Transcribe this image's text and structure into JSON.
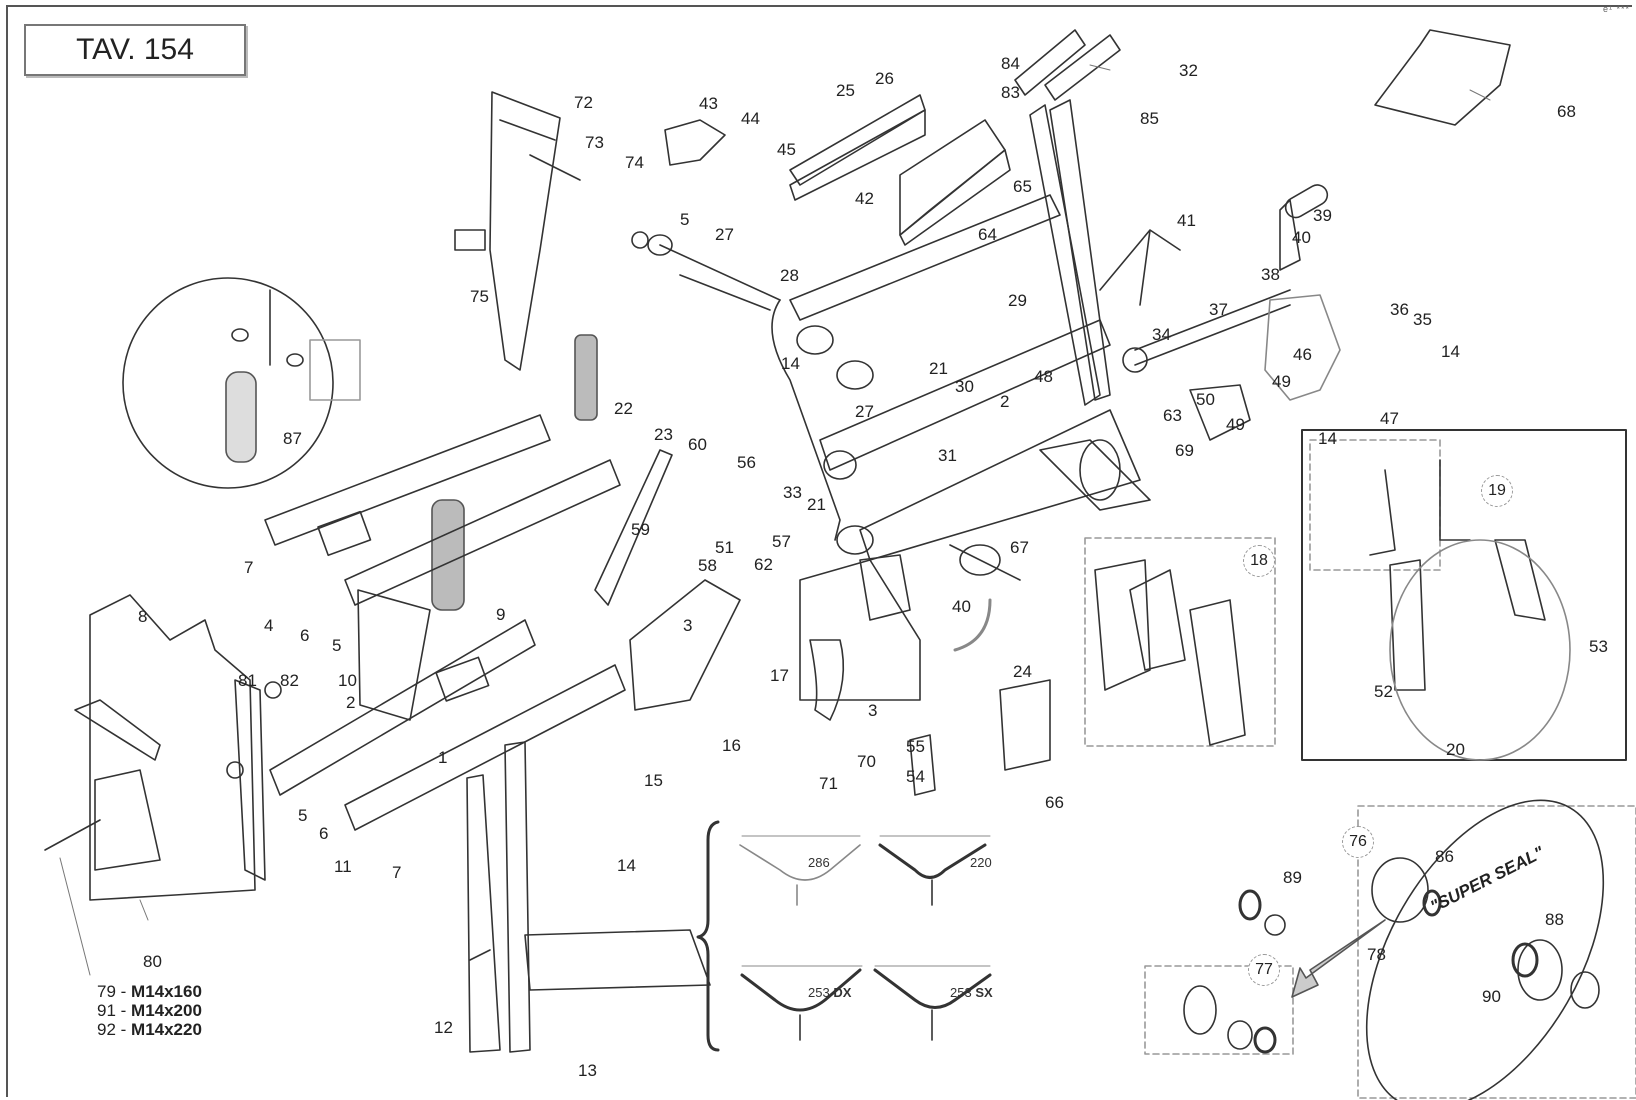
{
  "sheet": {
    "title": "TAV. 154",
    "corner_mark": "e¹ ***"
  },
  "bolt_note": [
    {
      "ref": "79",
      "spec": "M14x160"
    },
    {
      "ref": "91",
      "spec": "M14x200"
    },
    {
      "ref": "92",
      "spec": "M14x220"
    }
  ],
  "labels": {
    "l1": "1",
    "l2a": "2",
    "l2b": "2",
    "l3a": "3",
    "l3b": "3",
    "l4": "4",
    "l5a": "5",
    "l5b": "5",
    "l5c": "5",
    "l6a": "6",
    "l6b": "6",
    "l7a": "7",
    "l7b": "7",
    "l8": "8",
    "l9": "9",
    "l10": "10",
    "l11": "11",
    "l12": "12",
    "l13": "13",
    "l14a": "14",
    "l14b": "14",
    "l14c": "14",
    "l14d": "14",
    "l15": "15",
    "l16": "16",
    "l17": "17",
    "l20": "20",
    "l21a": "21",
    "l21b": "21",
    "l22": "22",
    "l23": "23",
    "l24": "24",
    "l25": "25",
    "l26": "26",
    "l27a": "27",
    "l27b": "27",
    "l28": "28",
    "l29": "29",
    "l30": "30",
    "l31": "31",
    "l32": "32",
    "l33": "33",
    "l34": "34",
    "l35": "35",
    "l36": "36",
    "l37": "37",
    "l38": "38",
    "l39": "39",
    "l40a": "40",
    "l40b": "40",
    "l41": "41",
    "l42": "42",
    "l43": "43",
    "l44": "44",
    "l45": "45",
    "l46": "46",
    "l47": "47",
    "l48": "48",
    "l49a": "49",
    "l49b": "49",
    "l50": "50",
    "l51": "51",
    "l52": "52",
    "l53": "53",
    "l54": "54",
    "l55": "55",
    "l56": "56",
    "l57": "57",
    "l58": "58",
    "l59": "59",
    "l60": "60",
    "l62": "62",
    "l63": "63",
    "l64": "64",
    "l65": "65",
    "l66": "66",
    "l67": "67",
    "l68": "68",
    "l69": "69",
    "l70": "70",
    "l71": "71",
    "l72": "72",
    "l73": "73",
    "l74": "74",
    "l75": "75",
    "l78": "78",
    "l80": "80",
    "l81": "81",
    "l82": "82",
    "l83": "83",
    "l84": "84",
    "l85": "85",
    "l86": "86",
    "l87": "87",
    "l88": "88",
    "l89": "89",
    "l90": "90"
  },
  "group_labels": {
    "g18": "18",
    "g19": "19",
    "g76": "76",
    "g77": "77"
  },
  "dimensions": {
    "d1": {
      "value": "286",
      "suffix": ""
    },
    "d2": {
      "value": "220",
      "suffix": ""
    },
    "d3": {
      "value": "253",
      "suffix": "DX"
    },
    "d4": {
      "value": "253",
      "suffix": "SX"
    }
  },
  "disk_text": "\"SUPER SEAL\""
}
